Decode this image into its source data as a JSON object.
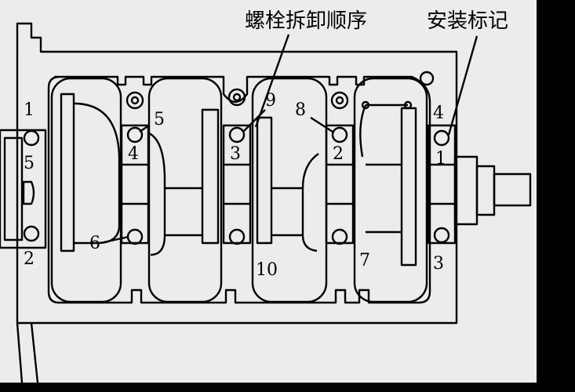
{
  "diagram": {
    "callouts": {
      "removal_order": "螺栓拆卸顺序",
      "install_mark": "安装标记"
    },
    "bolt_numbers": {
      "n1_left": "1",
      "n2_left": "2",
      "n5_left": "5",
      "n5_mid": "5",
      "n6": "6",
      "n9": "9",
      "n8": "8",
      "n10": "10",
      "n7": "7",
      "n4_right": "4",
      "n3_right": "3"
    },
    "journal_numbers": {
      "j4": "4",
      "j3": "3",
      "j2": "2",
      "j1": "1"
    }
  },
  "colors": {
    "background": "#000000",
    "panel": "#ececec",
    "line": "#000000"
  }
}
